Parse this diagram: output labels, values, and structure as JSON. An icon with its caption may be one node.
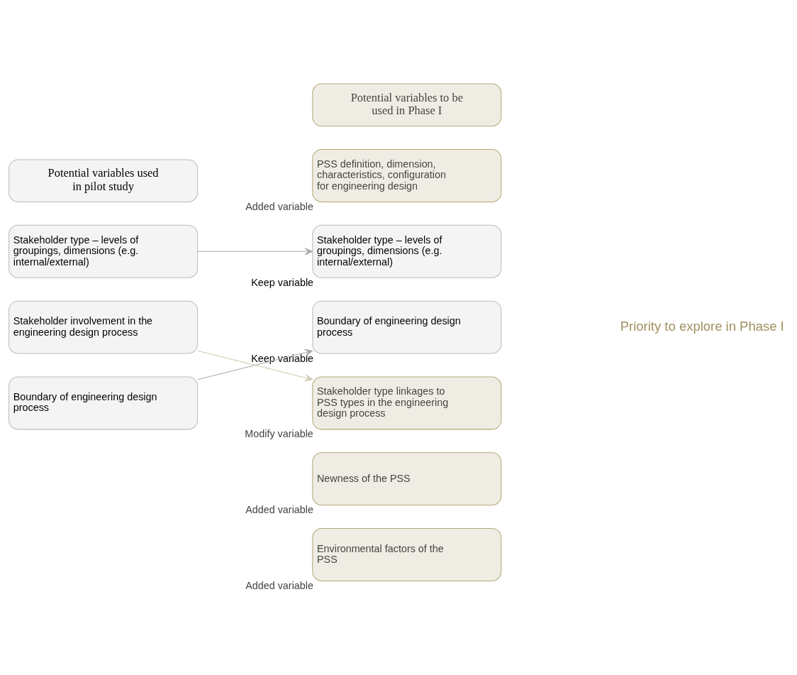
{
  "diagram": {
    "nodes": [
      {
        "text": [
          "Potential variables used in pilot study"
        ]
      },
      {
        "text": [
          "Potential variables to be used in Phase I"
        ]
      },
      {
        "text": [
          "Stakeholder type – levels of groupings, dimensions (e.g. internal/external)"
        ]
      },
      {
        "text": [
          "Stakeholder involvement in the engineering design process"
        ]
      },
      {
        "text": [
          "Boundary of engineering design process"
        ]
      },
      {
        "text": [
          "PSS definition, dimension, characteristics, configuration for engineering design"
        ],
        "beside": [
          "Added variable"
        ]
      },
      {
        "text": [
          "Stakeholder type – levels of groupings, dimensions (e.g. internal/external)"
        ],
        "beside": [
          "Keep variable"
        ]
      },
      {
        "text": [
          "Boundary of engineering design process"
        ],
        "beside": [
          "Keep variable"
        ]
      },
      {
        "text": [
          "Stakeholder type linkages to PSS types in the engineering design process"
        ],
        "beside": [
          "Modify variable"
        ]
      },
      {
        "text": [
          "Newness of the PSS"
        ],
        "beside": [
          "Added variable"
        ]
      },
      {
        "text": [
          "Environmental factors of the PSS"
        ],
        "beside": [
          "Added variable"
        ]
      }
    ],
    "edges": [
      {
        "from": 2,
        "to": 6,
        "arrow": "to"
      },
      {
        "from": 3,
        "to": 8,
        "arrow": "to",
        "color": "#cfcab0"
      },
      {
        "from": 4,
        "to": 7,
        "arrow": "to"
      }
    ],
    "labels": [
      "Priority to explore in Phase I"
    ]
  }
}
